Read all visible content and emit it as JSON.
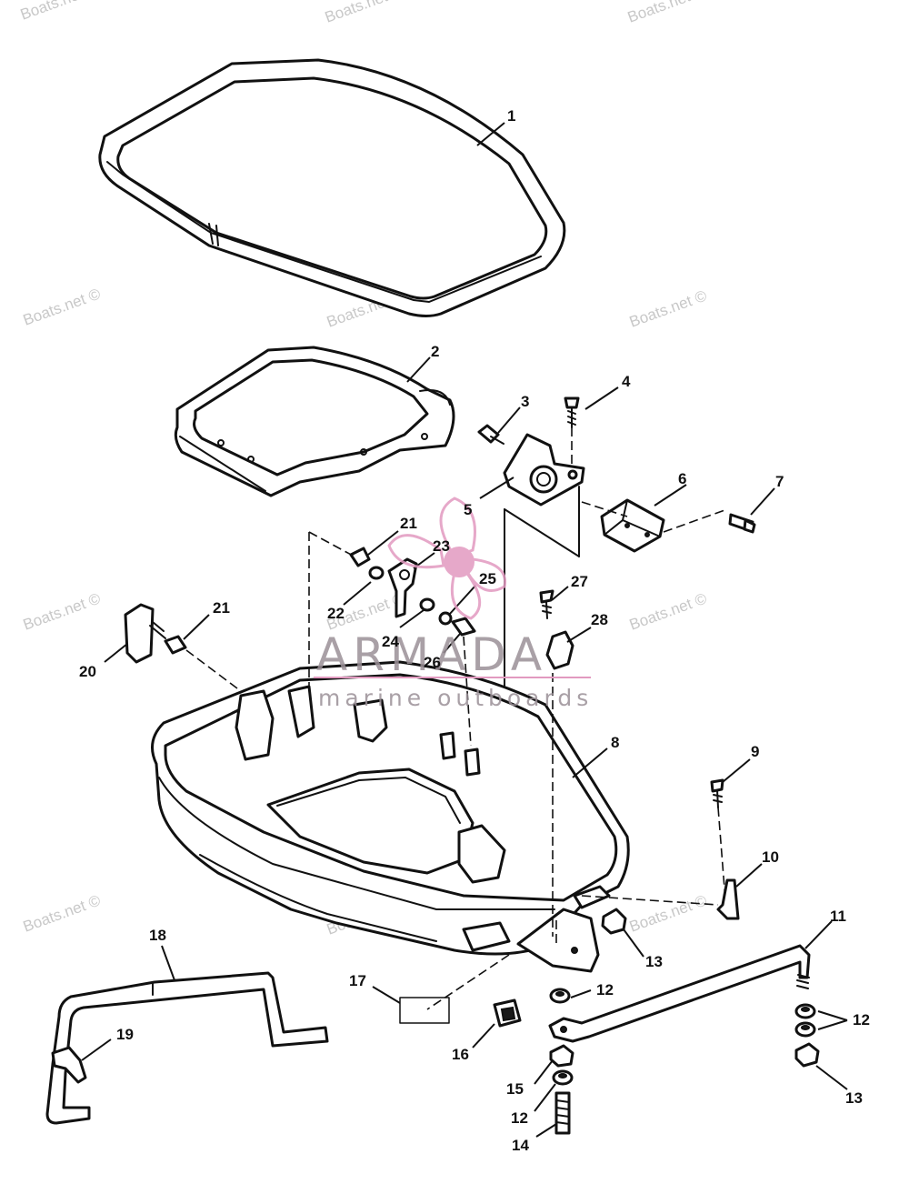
{
  "watermark": {
    "text": "Boats.net ©",
    "color": "#c8c8c8"
  },
  "brand": {
    "name": "ARMADA",
    "tagline": "marine outboards",
    "accent_color": "#e29ac0",
    "text_color": "#9a8f96",
    "logo_icon": "propeller-icon"
  },
  "callouts": [
    "1",
    "2",
    "3",
    "4",
    "5",
    "6",
    "7",
    "8",
    "9",
    "10",
    "11",
    "12",
    "13",
    "14",
    "15",
    "16",
    "17",
    "18",
    "19",
    "20",
    "21",
    "22",
    "23",
    "24",
    "25",
    "26",
    "27",
    "28"
  ],
  "callout_12_label": "12",
  "callout_13_label": "13",
  "callout_21_label": "21"
}
